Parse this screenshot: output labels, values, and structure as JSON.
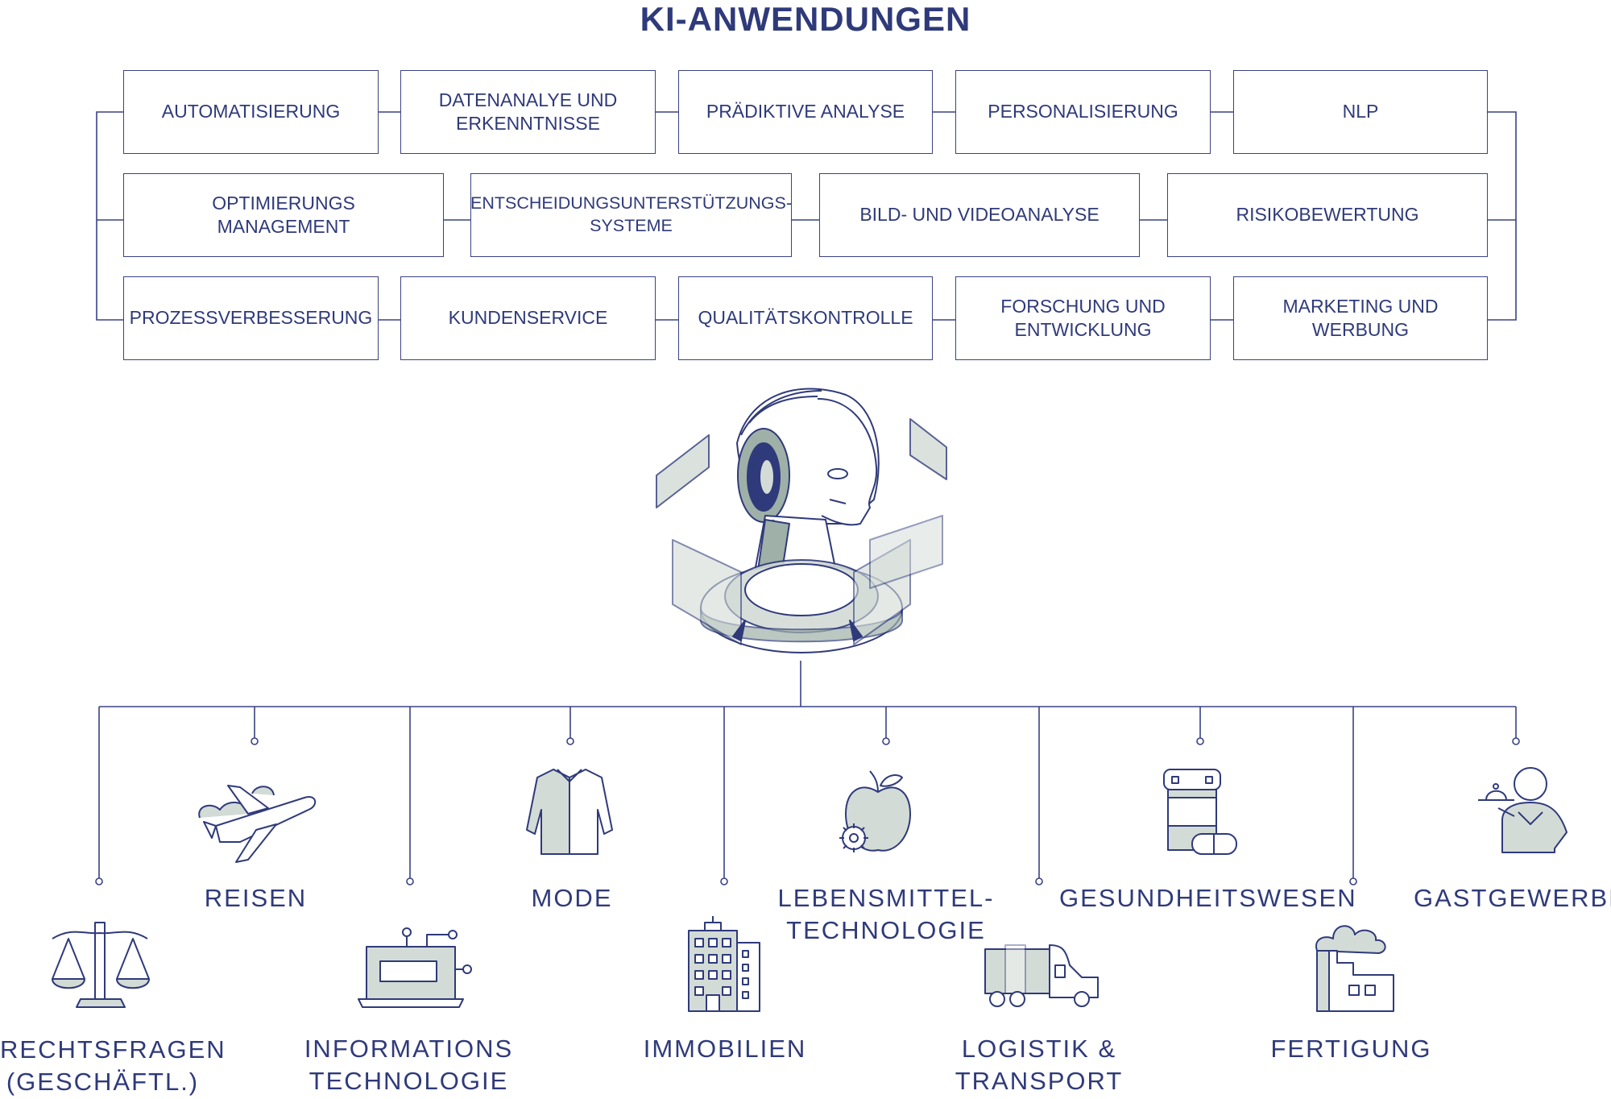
{
  "title": "KI-ANWENDUNGEN",
  "applications": {
    "row1": [
      "AUTOMATISIERUNG",
      "DATENANALYE UND\nERKENNTNISSE",
      "PRÄDIKTIVE ANALYSE",
      "PERSONALISIERUNG",
      "NLP"
    ],
    "row2": [
      "OPTIMIERUNGS\nMANAGEMENT",
      "ENTSCHEIDUNGSUNTERSTÜTZUNGS-\nSYSTEME",
      "BILD- UND VIDEOANALYSE",
      "RISIKOBEWERTUNG"
    ],
    "row3": [
      "PROZESSVERBESSERUNG",
      "KUNDENSERVICE",
      "QUALITÄTSKONTROLLE",
      "FORSCHUNG UND\nENTWICKLUNG",
      "MARKETING UND\nWERBUNG"
    ]
  },
  "industries": {
    "rechtsfragen": "RECHTSFRAGEN\n(GESCHÄFTL.)",
    "reisen": "REISEN",
    "informationstechnologie": "INFORMATIONS\nTECHNOLOGIE",
    "mode": "MODE",
    "immobilien": "IMMOBILIEN",
    "lebensmitteltechnologie": "LEBENSMITTEL-\nTECHNOLOGIE",
    "logistik": "LOGISTIK &\nTRANSPORT",
    "gesundheitswesen": "GESUNDHEITSWESEN",
    "fertigung": "FERTIGUNG",
    "gastgewerbe": "GASTGEWERBE"
  },
  "icons": {
    "central": "ai-robot-head-icon",
    "rechtsfragen": "scales-icon",
    "reisen": "airplane-icon",
    "informationstechnologie": "laptop-icon",
    "mode": "shirt-icon",
    "immobilien": "building-icon",
    "lebensmitteltechnologie": "apple-gear-icon",
    "logistik": "truck-icon",
    "gesundheitswesen": "pill-bottle-icon",
    "fertigung": "factory-icon",
    "gastgewerbe": "waiter-icon"
  },
  "colors": {
    "navy": "#2f3a7a",
    "line": "#3a4283",
    "fill": "#d3dbd6",
    "fill_dark": "#9fb0a8"
  }
}
